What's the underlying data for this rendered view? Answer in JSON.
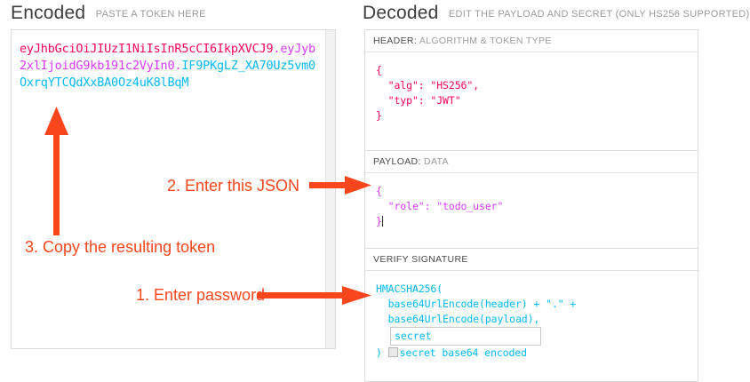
{
  "encoded": {
    "title": "Encoded",
    "subtitle": "PASTE A TOKEN HERE",
    "token": {
      "header_part": "eyJhbGciOiJIUzI1NiIsInR5cCI6IkpXVCJ9",
      "separator": ".",
      "payload_part": "eyJyb2xlIjoidG9kb191c2VyIn0",
      "signature_part": "IF9PKgLZ_XA70Uz5vm0OxrqYTCQdXxBA0Oz4uK8lBqM"
    },
    "colors": {
      "header": "#fb015b",
      "payload": "#d63aff",
      "signature": "#00b9f1"
    }
  },
  "decoded": {
    "title": "Decoded",
    "subtitle": "EDIT THE PAYLOAD AND SECRET (ONLY HS256 SUPPORTED)",
    "header_section": {
      "label_bold": "HEADER:",
      "label_rest": " ALGORITHM & TOKEN TYPE",
      "content": "{\n  \"alg\": \"HS256\",\n  \"typ\": \"JWT\"\n}"
    },
    "payload_section": {
      "label_bold": "PAYLOAD:",
      "label_rest": " DATA",
      "content": "{\n  \"role\": \"todo_user\"\n}"
    },
    "signature_section": {
      "label_bold": "VERIFY SIGNATURE",
      "label_rest": "",
      "line1": "HMACSHA256(",
      "line2": "  base64UrlEncode(header) + \".\" +",
      "line3": "  base64UrlEncode(payload),",
      "secret_value": "secret",
      "closing_paren": ")",
      "checkbox_label": "secret base64 encoded",
      "checkbox_checked": false
    }
  },
  "annotations": {
    "step1": "1. Enter password",
    "step2": "2. Enter this JSON",
    "step3": "3. Copy the resulting token",
    "color": "#f9461c"
  }
}
